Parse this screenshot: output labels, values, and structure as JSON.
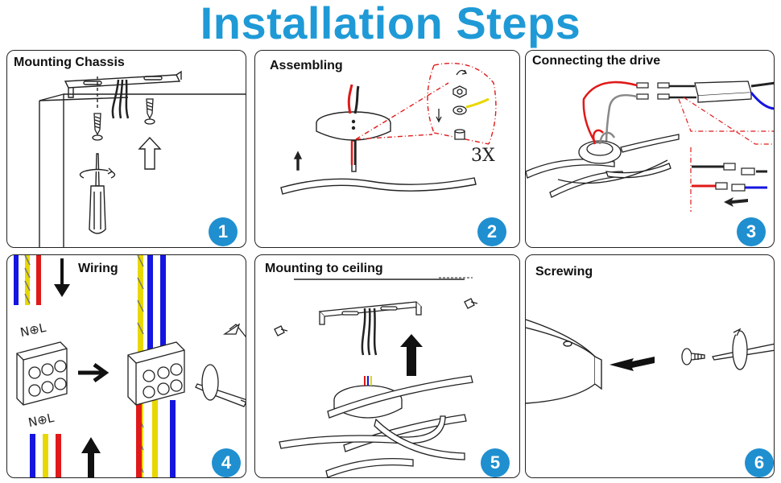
{
  "title": "Installation Steps",
  "colors": {
    "title": "#1f9ad6",
    "badge": "#1f8fd0",
    "red": "#e01919",
    "blue": "#1515e0",
    "yellow": "#e8d800",
    "lead": "#888888"
  },
  "steps": [
    {
      "label": "Mounting Chassis",
      "number": "1",
      "icons": [
        "screw-icon",
        "screwdriver-icon",
        "up-arrow-icon"
      ]
    },
    {
      "label": "Assembling",
      "number": "2",
      "annotation": "3X",
      "icons": [
        "nut-icon",
        "washer-icon",
        "up-arrow-icon"
      ]
    },
    {
      "label": "Connecting the drive",
      "number": "3",
      "icons": [
        "led-driver-icon",
        "connector-icon",
        "arrow-icon"
      ]
    },
    {
      "label": "Wiring",
      "number": "4",
      "terminal_text": "N⊕L",
      "icons": [
        "terminal-block-icon",
        "right-arrow-icon",
        "screwdriver-icon"
      ]
    },
    {
      "label": "Mounting to ceiling",
      "number": "5",
      "icons": [
        "bracket-icon",
        "screw-icon",
        "up-arrow-icon"
      ]
    },
    {
      "label": "Screwing",
      "number": "6",
      "icons": [
        "screw-icon",
        "screwdriver-icon",
        "left-arrow-icon"
      ]
    }
  ]
}
